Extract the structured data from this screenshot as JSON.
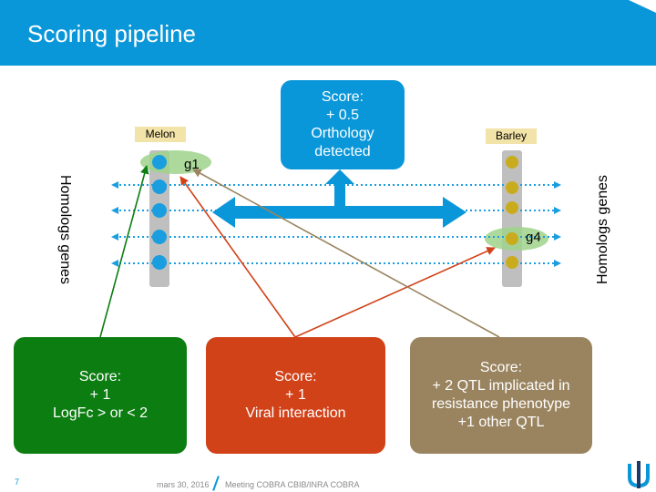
{
  "header": {
    "title": "Scoring pipeline"
  },
  "species": {
    "left": "Melon",
    "right": "Barley"
  },
  "side_labels": {
    "left": "Homologs genes",
    "right": "Homologs genes"
  },
  "genes": {
    "left_highlight": "g1",
    "right_highlight": "g4"
  },
  "boxes": {
    "orthology": {
      "lines": [
        "Score:",
        "+ 0.5",
        "Orthology",
        "detected"
      ],
      "color": "#0a97d9"
    },
    "logfc": {
      "lines": [
        "Score:",
        "+ 1",
        "LogFc > or < 2"
      ],
      "color": "#0b7d11"
    },
    "viral": {
      "lines": [
        "Score:",
        "+ 1",
        "Viral interaction"
      ],
      "color": "#d14219"
    },
    "qtl": {
      "lines": [
        "Score:",
        "+ 2 QTL implicated in",
        "resistance phenotype",
        "+1 other QTL"
      ],
      "color": "#9a8460"
    }
  },
  "footer": {
    "page": "7",
    "date": "mars 30, 2016",
    "meeting": "Meeting COBRA CBIB/INRA COBRA"
  },
  "colors": {
    "accent": "#0a97d9",
    "melon_gene": "#1a9ee0",
    "barley_gene": "#c9ac1e",
    "track": "#bfbfbf",
    "highlight": "#9fd38b"
  }
}
